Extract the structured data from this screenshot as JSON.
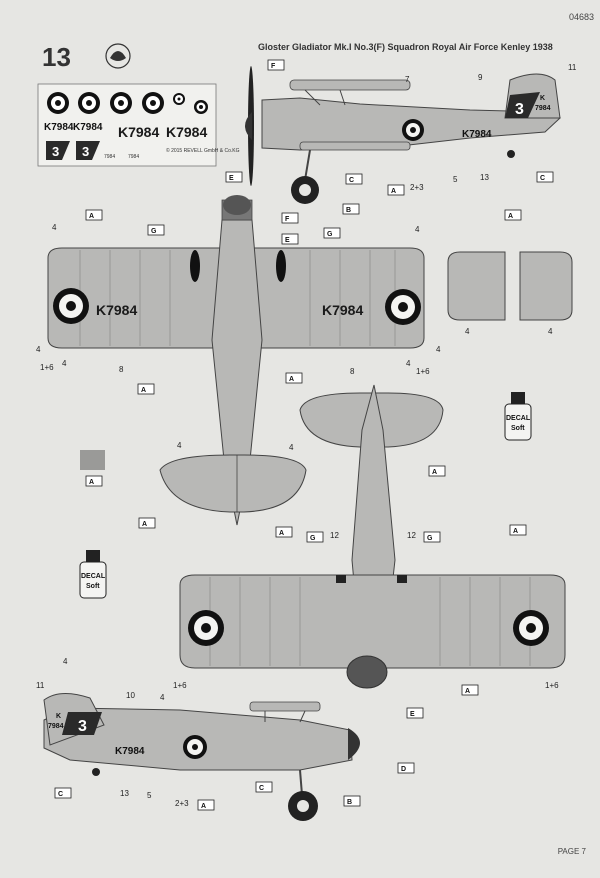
{
  "header": {
    "part_number": "04683",
    "step_number": "13",
    "title": "Gloster Gladiator Mk.I  No.3(F) Squadron  Royal Air Force Kenley  1938"
  },
  "footer": {
    "page": "PAGE 7"
  },
  "decal_sheet": {
    "serial": "K7984",
    "copyright": "© 2015 REVELL GmbH & Co.KG"
  },
  "aircraft": {
    "serial_upper": "K7984",
    "serial_side": "K7984",
    "fin_code_letter": "K",
    "fin_code_number": "7984",
    "fin_squadron_number": "3"
  },
  "paint_boxes": [
    "A",
    "C",
    "D",
    "E",
    "F",
    "G",
    "B"
  ],
  "decal_bottle": {
    "line1": "DECAL",
    "line2": "Soft"
  },
  "callouts": [
    "1+6",
    "2+3",
    "4",
    "5",
    "7",
    "8",
    "9",
    "10",
    "11",
    "12",
    "13"
  ],
  "colors": {
    "paper": "#e6e6e3",
    "aluminium": "#b8b8b6",
    "outline": "#444444",
    "roundel": "#111111"
  }
}
